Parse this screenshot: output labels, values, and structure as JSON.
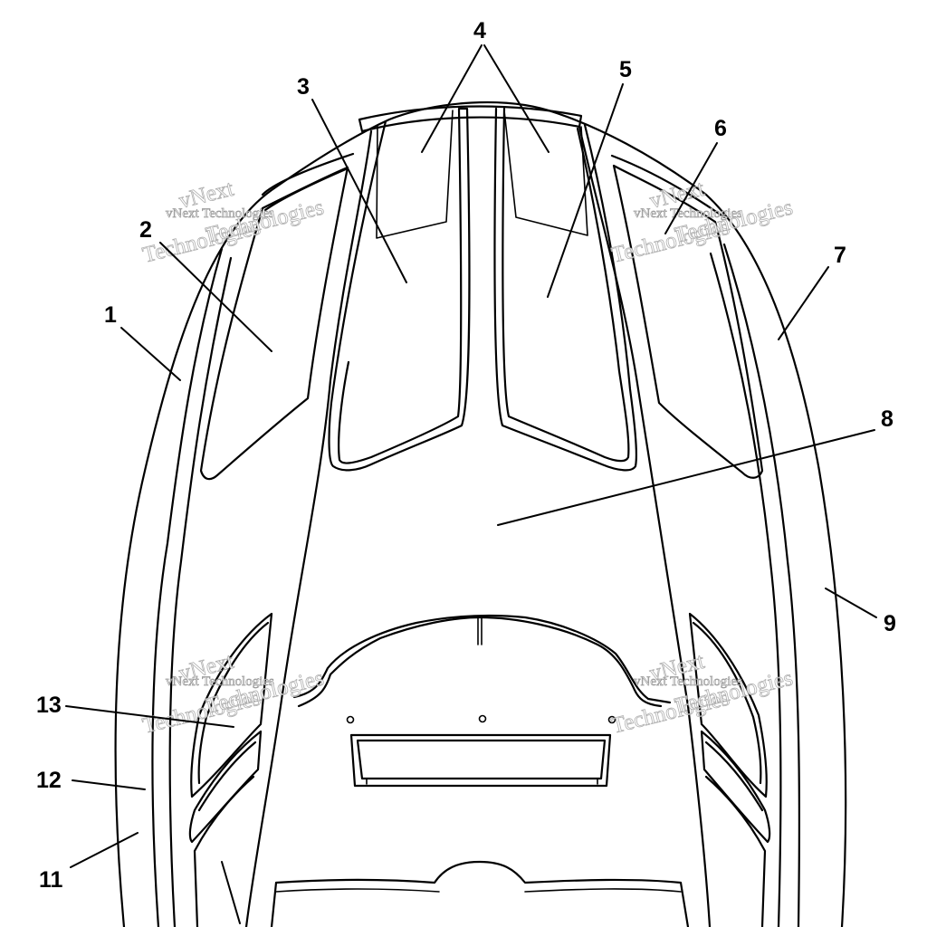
{
  "callouts": [
    {
      "id": "1",
      "label": "1"
    },
    {
      "id": "2",
      "label": "2"
    },
    {
      "id": "3",
      "label": "3"
    },
    {
      "id": "4",
      "label": "4"
    },
    {
      "id": "5",
      "label": "5"
    },
    {
      "id": "6",
      "label": "6"
    },
    {
      "id": "7",
      "label": "7"
    },
    {
      "id": "8",
      "label": "8"
    },
    {
      "id": "9",
      "label": "9"
    },
    {
      "id": "11",
      "label": "11"
    },
    {
      "id": "12",
      "label": "12"
    },
    {
      "id": "13",
      "label": "13"
    }
  ],
  "watermark": {
    "brand": "vNext",
    "text": "vNext Technologies",
    "word": "Technologies"
  }
}
